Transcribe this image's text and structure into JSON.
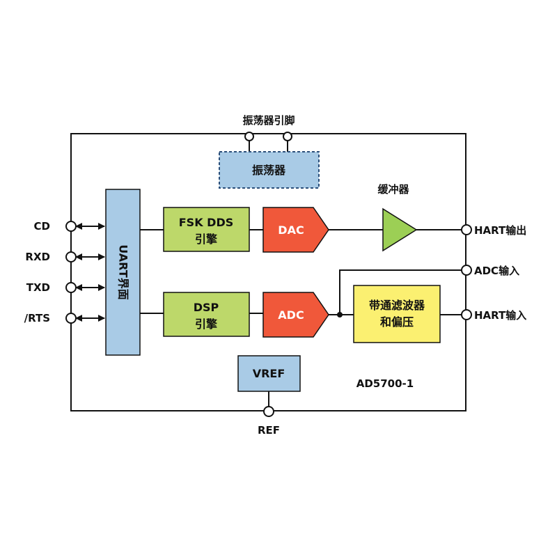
{
  "labels": {
    "osc_pins": "振荡器引脚",
    "oscillator": "振荡器",
    "buffer": "缓冲器",
    "uart": "UART界面",
    "fsk_line1": "FSK DDS",
    "fsk_line2": "引擎",
    "dsp_line1": "DSP",
    "dsp_line2": "引擎",
    "dac": "DAC",
    "adc": "ADC",
    "filter_line1": "带通滤波器",
    "filter_line2": "和偏压",
    "vref": "VREF",
    "part_number": "AD5700-1",
    "ref_pin": "REF"
  },
  "left_pins": [
    "CD",
    "RXD",
    "TXD",
    "/RTS"
  ],
  "right_pins": {
    "hart_out": "HART输出",
    "adc_in": "ADC输入",
    "hart_in": "HART输入"
  },
  "colors": {
    "blue_block": "#a9cbe6",
    "green_block": "#bdd86a",
    "red_block": "#f0583a",
    "yellow_block": "#fbf071",
    "buffer_fill": "#9ccf55"
  }
}
